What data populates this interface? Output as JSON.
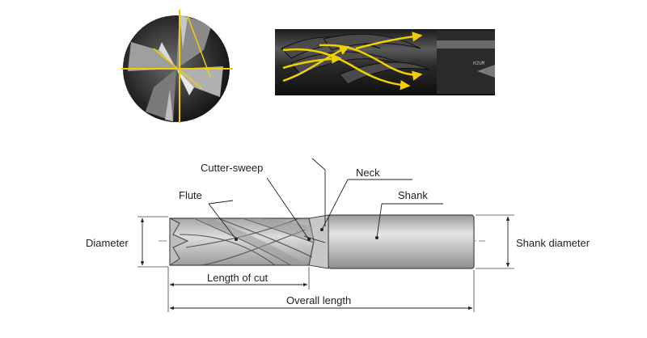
{
  "labels": {
    "cutter_sweep": "Cutter-sweep",
    "neck": "Neck",
    "flute": "Flute",
    "shank": "Shank",
    "diameter": "Diameter",
    "shank_diameter": "Shank diameter",
    "length_of_cut": "Length of cut",
    "overall_length": "Overall length"
  },
  "colors": {
    "accent_yellow": "#f0d000",
    "tool_dark": "#262626",
    "diagram_fill": "#d6d6d6",
    "line": "#333333"
  },
  "icons": [
    "end-view-photo",
    "side-view-photo",
    "end-mill-drawing"
  ]
}
